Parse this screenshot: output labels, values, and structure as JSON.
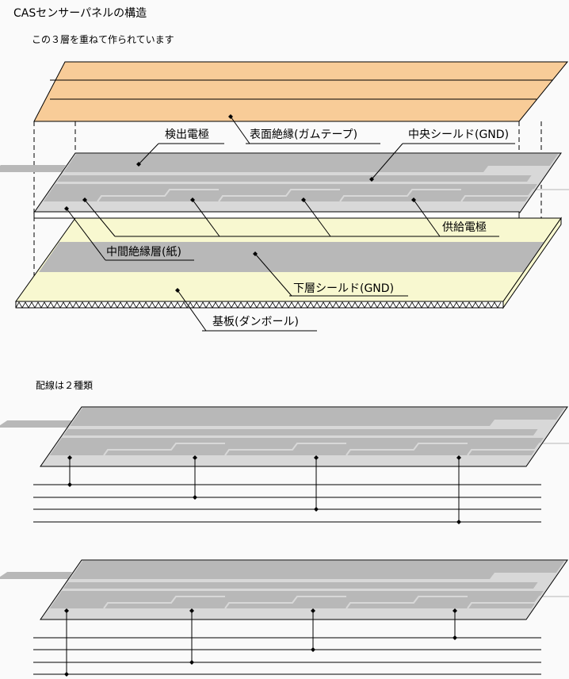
{
  "title": "CASセンサーパネルの構造",
  "subtitle": "この３層を重ねて作られています",
  "labels": {
    "detect_electrode": "検出電極",
    "surface_insulation": "表面絶縁(ガムテープ)",
    "center_shield": "中央シールド(GND)",
    "supply_electrode": "供給電極",
    "middle_insulation": "中間絶縁層(紙)",
    "lower_shield": "下層シールド(GND)",
    "substrate": "基板(ダンボール)"
  },
  "wiring_title": "配線は２種類",
  "colors": {
    "tape": "#f8cc98",
    "panel_dark": "#b8b8b8",
    "panel_light": "#d8d8d8",
    "paper": "#f8f8d0"
  }
}
